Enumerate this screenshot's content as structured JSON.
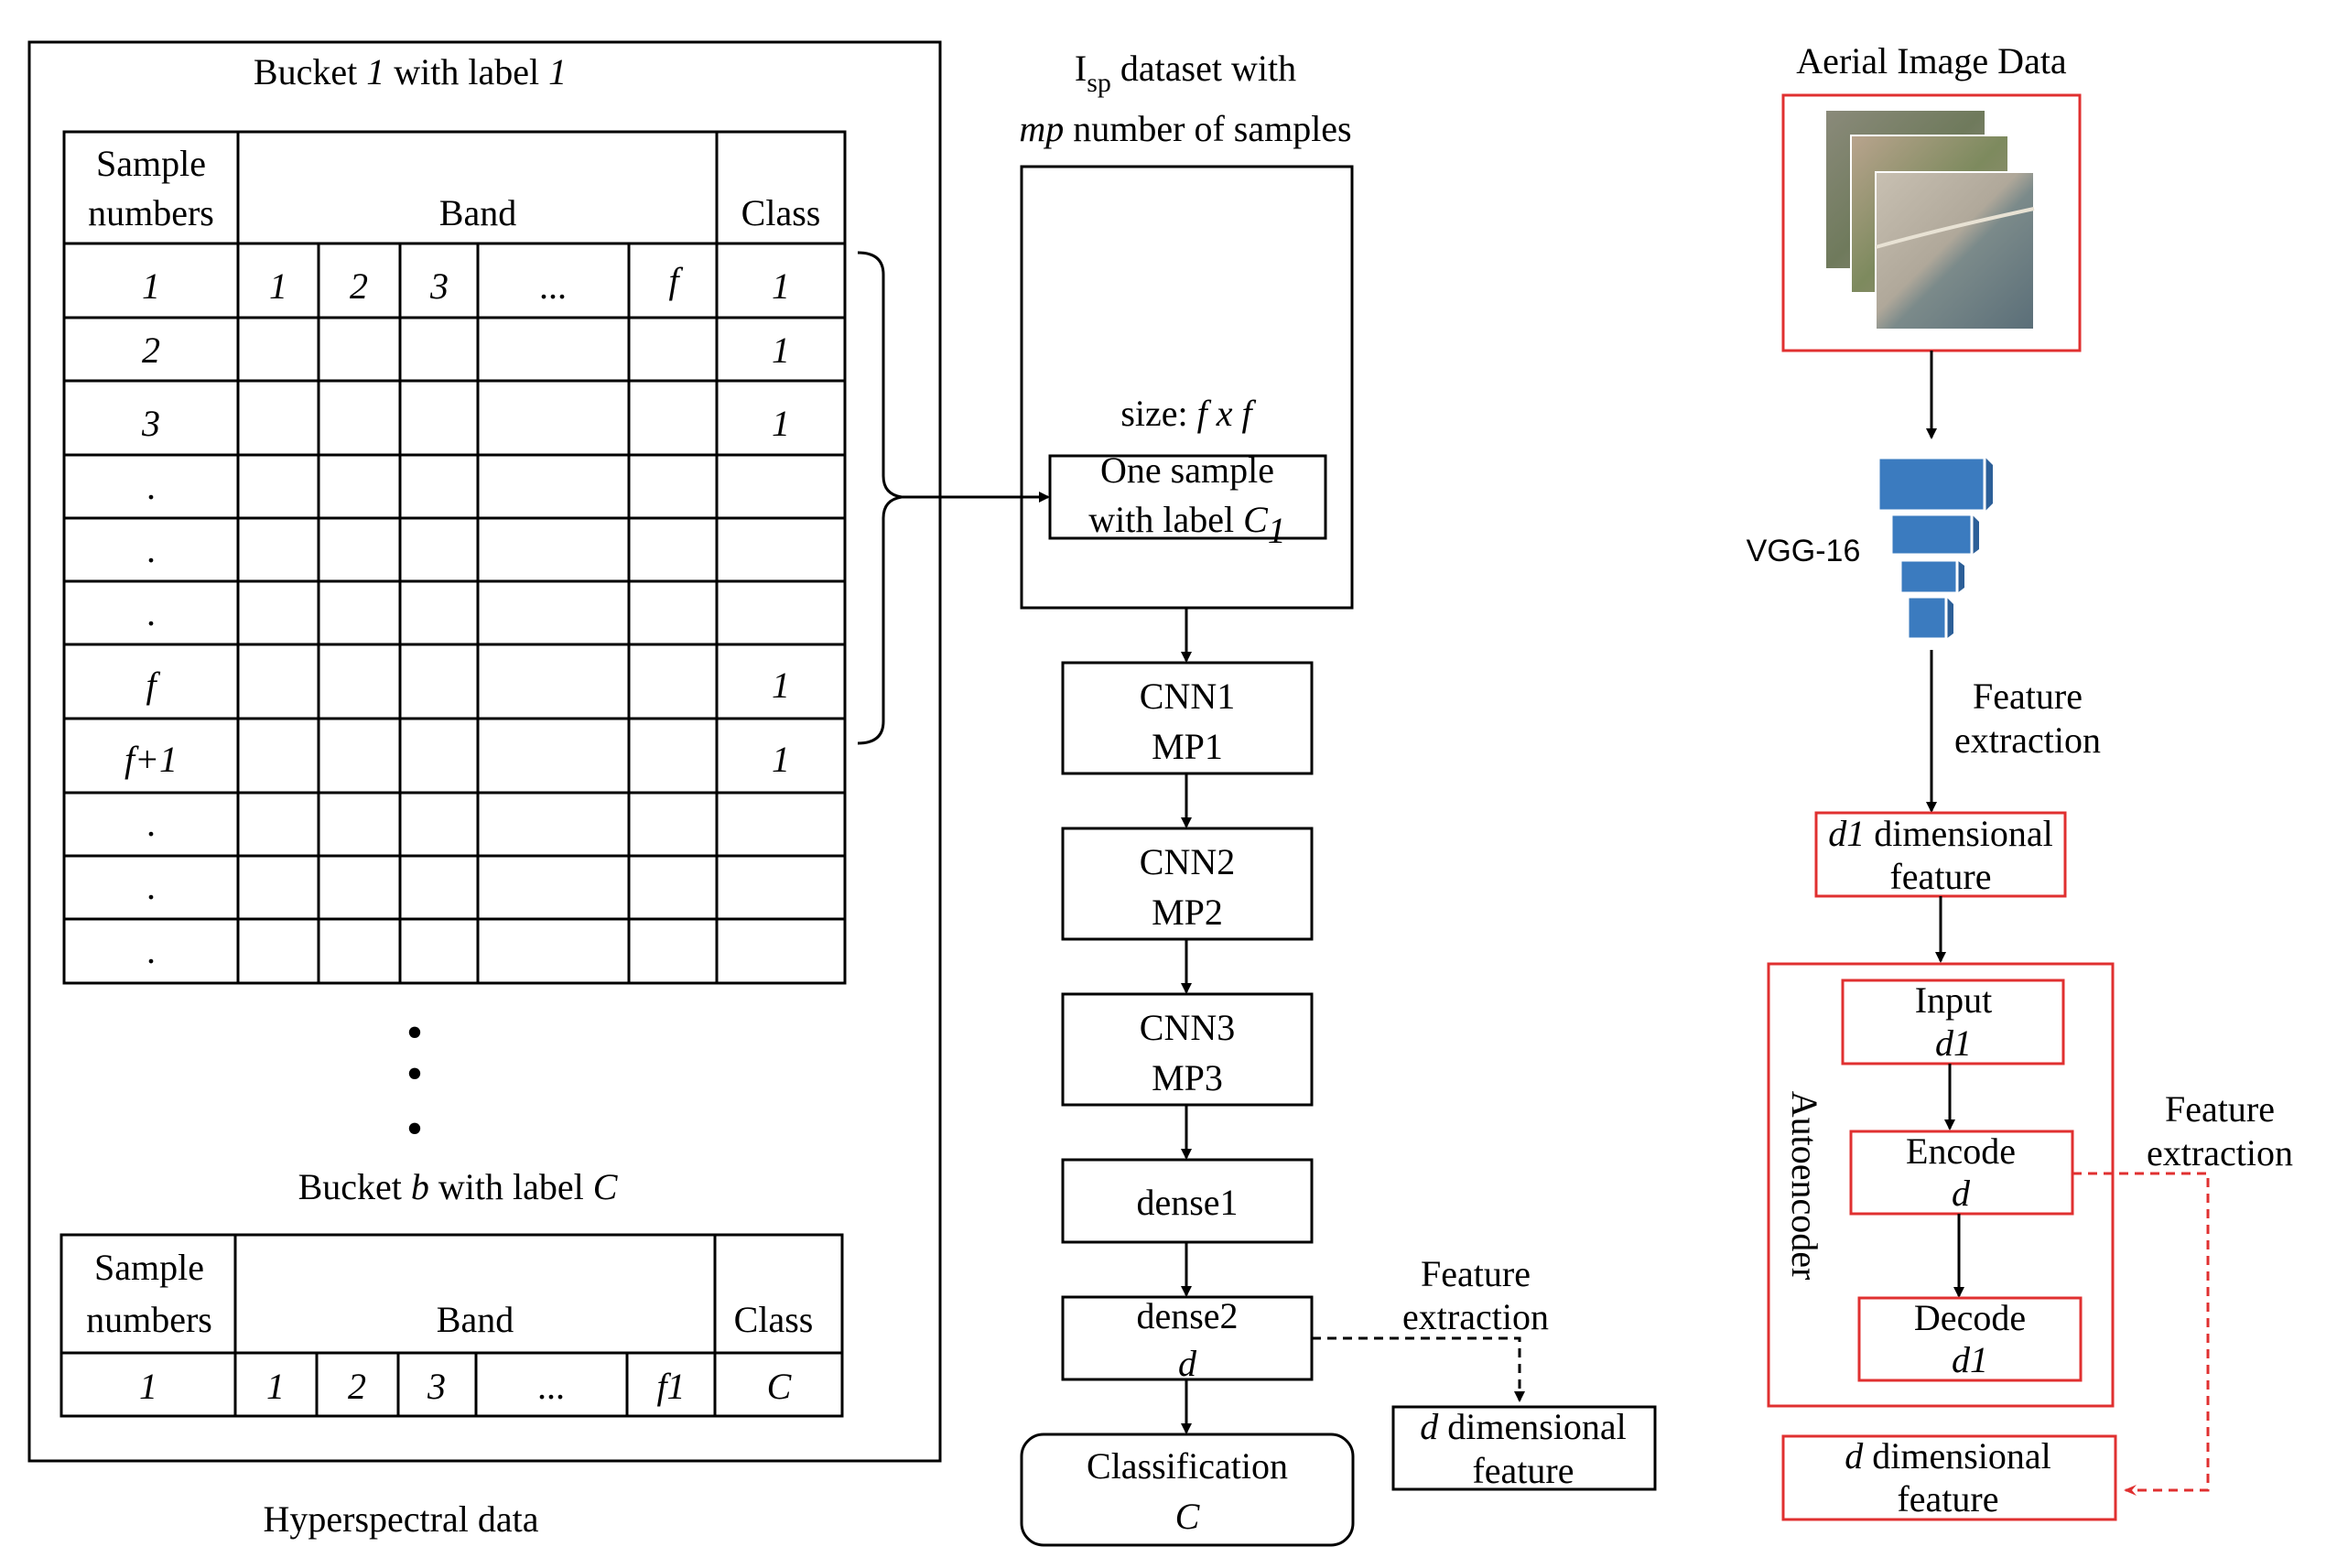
{
  "colors": {
    "line": "#000000",
    "accent_red": "#e03030",
    "vgg_blue": "#3b7bbf",
    "vgg_blue_dark": "#2c5f98"
  },
  "hyperspectral": {
    "bucket1_title": {
      "a": "Bucket ",
      "b": "1",
      "c": " with label ",
      "d": "1"
    },
    "table1": {
      "header_sample": [
        "Sample",
        "numbers"
      ],
      "header_band": "Band",
      "header_class": "Class",
      "first_row_bands": [
        "1",
        "2",
        "3",
        "...",
        "f"
      ],
      "sample_col": [
        "1",
        "2",
        "3",
        ".",
        ".",
        ".",
        "f",
        "f+1",
        ".",
        ".",
        "."
      ],
      "class_col": [
        "1",
        "1",
        "1",
        "",
        "",
        "",
        "1",
        "1",
        "",
        "",
        ""
      ]
    },
    "vertical_dots": [
      "•",
      "•",
      "•"
    ],
    "bucketb_title": {
      "a": "Bucket ",
      "b": "b",
      "c": " with label ",
      "d": "C"
    },
    "table2": {
      "header_sample": [
        "Sample",
        "numbers"
      ],
      "header_band": "Band",
      "header_class": "Class",
      "row": [
        "1",
        "1",
        "2",
        "3",
        "...",
        "f1",
        "C"
      ]
    },
    "caption": "Hyperspectral data"
  },
  "cnn_pipeline": {
    "dataset_title": {
      "prefix": "I",
      "sub": "sp",
      "line1_rest": " dataset with",
      "line2_italic": "mp",
      "line2_rest": " number of samples"
    },
    "size_label": {
      "a": "size: ",
      "b": "f x f"
    },
    "one_sample": {
      "line1": "One sample",
      "line2_a": "with label ",
      "line2_b": "C",
      "line2_sub": "1"
    },
    "layers": [
      {
        "line1": "CNN1",
        "line2": "MP1"
      },
      {
        "line1": "CNN2",
        "line2": "MP2"
      },
      {
        "line1": "CNN3",
        "line2": "MP3"
      }
    ],
    "dense1": "dense1",
    "dense2": {
      "line1": "dense2",
      "line2": "d"
    },
    "feature_extraction": [
      "Feature",
      "extraction"
    ],
    "d_feature": {
      "a": "d",
      "b": " dimensional",
      "c": "feature"
    },
    "classification": {
      "line1": "Classification",
      "line2": "C"
    }
  },
  "aerial_pipeline": {
    "title": "Aerial Image Data",
    "vgg_label": "VGG-16",
    "feature_extraction": [
      "Feature",
      "extraction"
    ],
    "d1_feature": {
      "a": "d1",
      "b": " dimensional",
      "c": "feature"
    },
    "autoencoder_label": "Autoencoder",
    "input": {
      "line1": "Input",
      "line2": "d1"
    },
    "encode": {
      "line1": "Encode",
      "line2": "d"
    },
    "decode": {
      "line1": "Decode",
      "line2": "d1"
    },
    "feature_extraction_2": [
      "Feature",
      "extraction"
    ],
    "d_feature": {
      "a": "d",
      "b": " dimensional",
      "c": "feature"
    }
  }
}
